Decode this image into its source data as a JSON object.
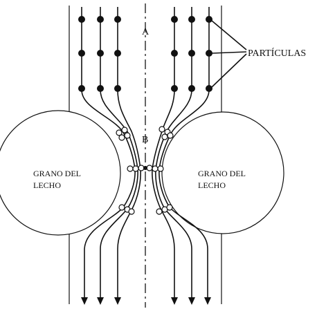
{
  "labels": {
    "point_a": "A",
    "point_b": "B",
    "particles": "PARTÍCULAS",
    "grain_left_line1": "GRANO DEL",
    "grain_left_line2": "LECHO",
    "grain_right_line1": "GRANO DEL",
    "grain_right_line2": "LECHO"
  },
  "icons": [
    "flow-arrow-icon",
    "particle-dot-icon",
    "particle-ring-icon"
  ]
}
